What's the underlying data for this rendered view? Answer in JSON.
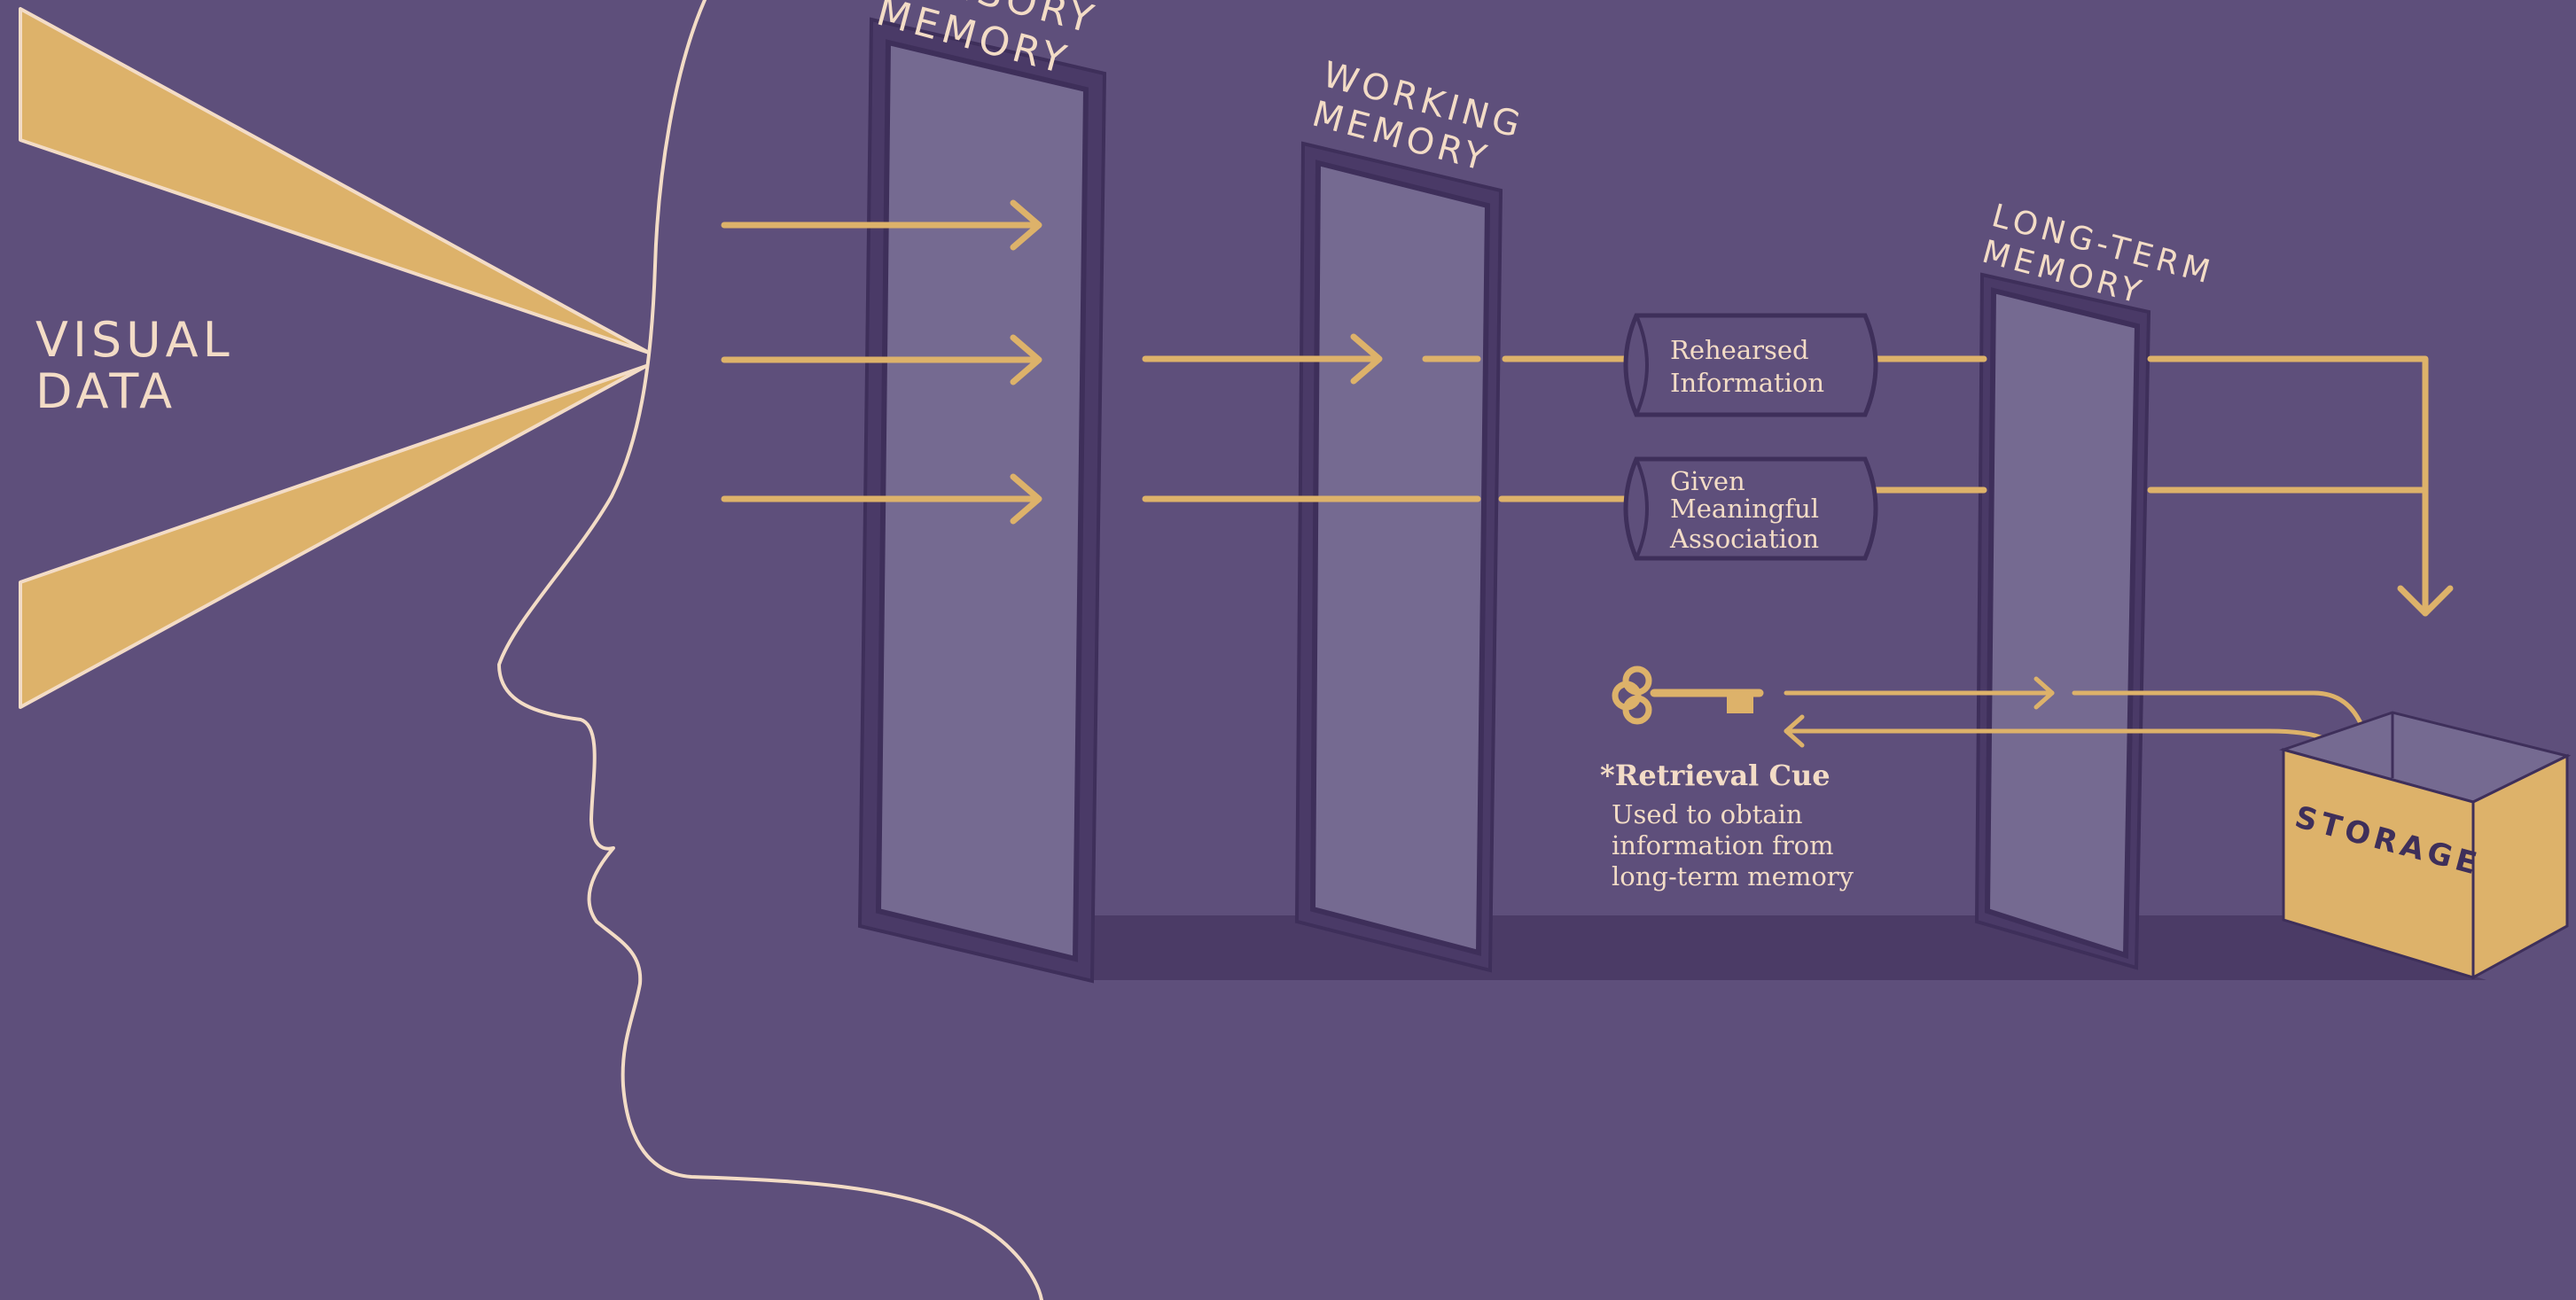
{
  "labels": {
    "visual_data_line1": "VISUAL",
    "visual_data_line2": "DATA",
    "sensory_line1": "SENSORY",
    "sensory_line2": "MEMORY",
    "working_line1": "WORKING",
    "working_line2": "MEMORY",
    "longterm_line1": "LONG-TERM",
    "longterm_line2": "MEMORY",
    "rehearsed_line1": "Rehearsed",
    "rehearsed_line2": "Information",
    "association_line1": "Given",
    "association_line2": "Meaningful",
    "association_line3": "Association",
    "retrieval_title": "*Retrieval Cue",
    "retrieval_desc1": "Used to obtain",
    "retrieval_desc2": "information from",
    "retrieval_desc3": "long-term memory",
    "storage": "STORAGE"
  },
  "icons": {
    "key": "key-icon",
    "storage_box": "box-icon"
  },
  "colors": {
    "background": "#5e4f7b",
    "gold": "#ddb26a",
    "cream": "#f3dcc6",
    "door_frame": "#4a3a67",
    "door_glass": "#756a91",
    "shadow": "#4b3b66"
  }
}
